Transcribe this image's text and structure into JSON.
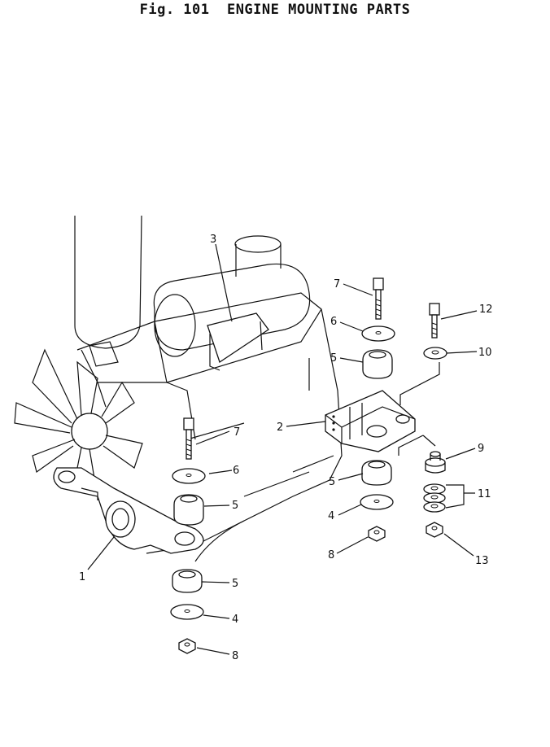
{
  "figure": {
    "title": "Fig. 101  ENGINE MOUNTING PARTS"
  },
  "callouts": [
    {
      "id": "c1",
      "label": "1"
    },
    {
      "id": "c2",
      "label": "2"
    },
    {
      "id": "c3",
      "label": "3"
    },
    {
      "id": "c4a",
      "label": "4"
    },
    {
      "id": "c4b",
      "label": "4"
    },
    {
      "id": "c5a",
      "label": "5"
    },
    {
      "id": "c5b",
      "label": "5"
    },
    {
      "id": "c5c",
      "label": "5"
    },
    {
      "id": "c5d",
      "label": "5"
    },
    {
      "id": "c6a",
      "label": "6"
    },
    {
      "id": "c6b",
      "label": "6"
    },
    {
      "id": "c7a",
      "label": "7"
    },
    {
      "id": "c7b",
      "label": "7"
    },
    {
      "id": "c8a",
      "label": "8"
    },
    {
      "id": "c8b",
      "label": "8"
    },
    {
      "id": "c9",
      "label": "9"
    },
    {
      "id": "c10",
      "label": "10"
    },
    {
      "id": "c11",
      "label": "11"
    },
    {
      "id": "c12",
      "label": "12"
    },
    {
      "id": "c13",
      "label": "13"
    }
  ],
  "colors": {
    "ink": "#111111",
    "paper": "#ffffff"
  }
}
